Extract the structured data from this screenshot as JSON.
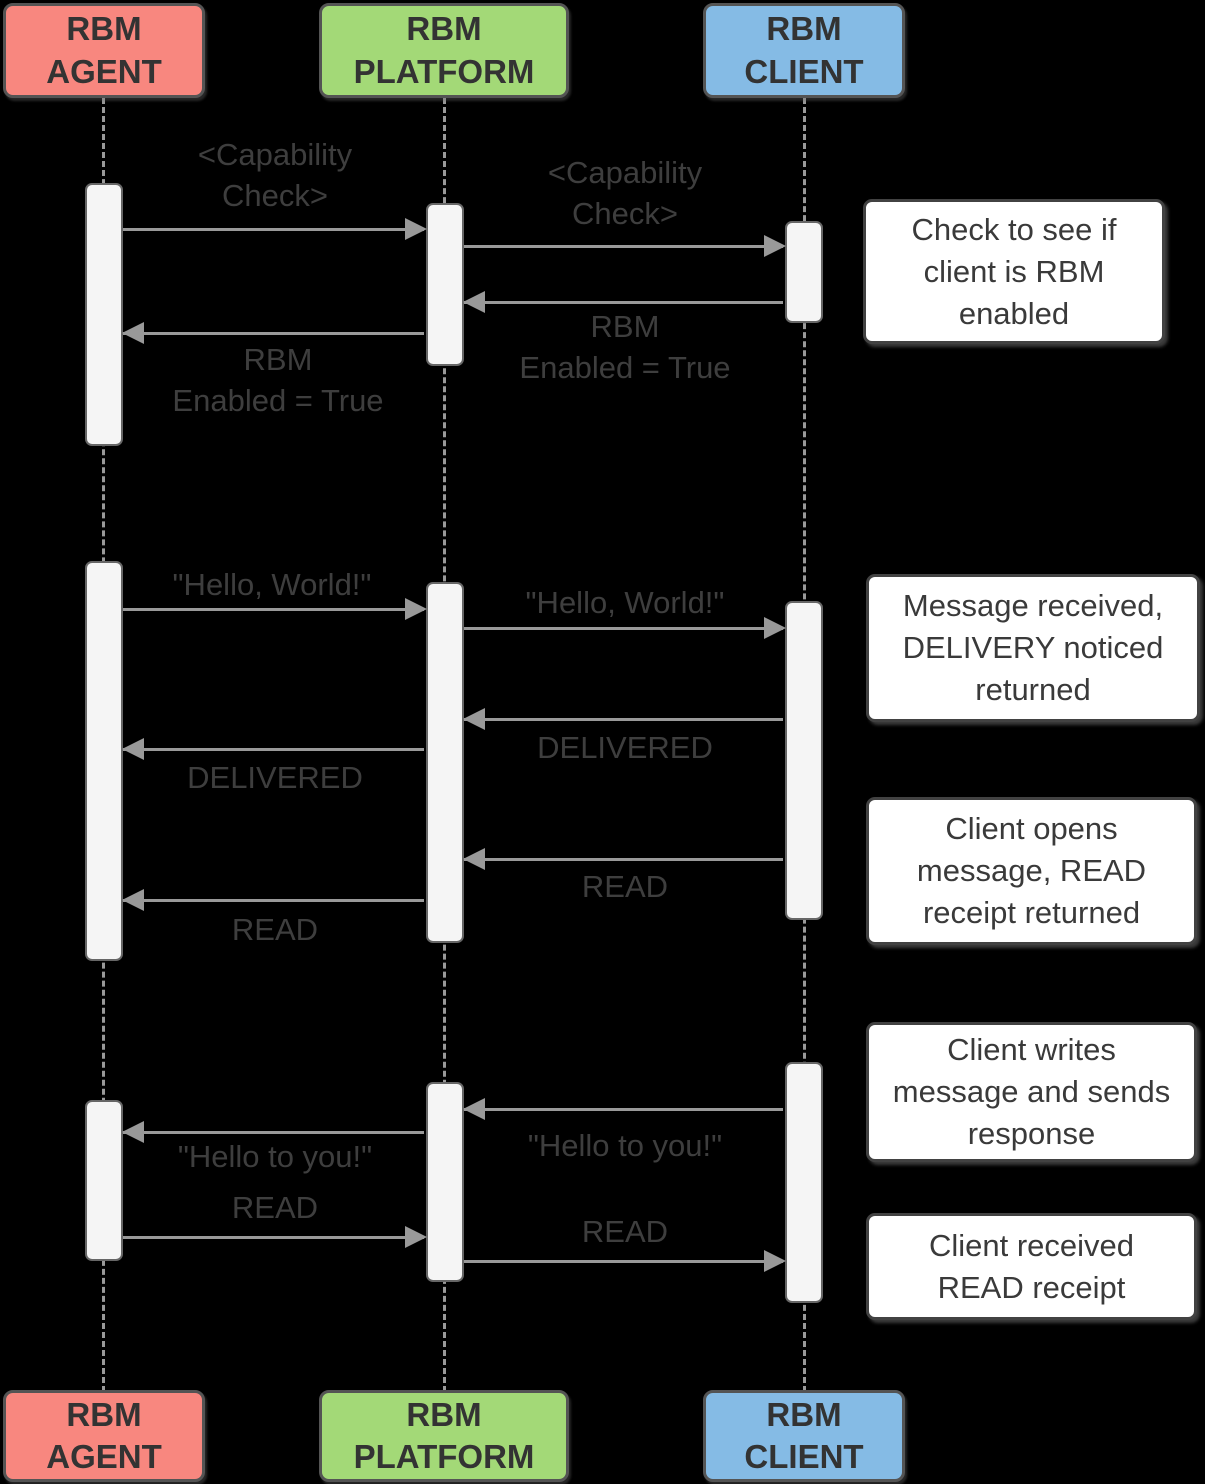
{
  "colors": {
    "background": "#000000",
    "agent_fill": "#F8877F",
    "platform_fill": "#A3D977",
    "client_fill": "#85BBE5",
    "actor_border": "#545454",
    "actor_text": "#333333",
    "lifeline": "#999999",
    "arrow": "#999999",
    "activation_fill": "#F5F5F5",
    "activation_border": "#666666",
    "label_text": "#3E3E3E",
    "note_border": "#424242",
    "note_text": "#3A3A3A"
  },
  "actors": [
    {
      "name": "RBM AGENT",
      "lines": [
        "RBM",
        "AGENT"
      ]
    },
    {
      "name": "RBM PLATFORM",
      "lines": [
        "RBM",
        "PLATFORM"
      ]
    },
    {
      "name": "RBM CLIENT",
      "lines": [
        "RBM",
        "CLIENT"
      ]
    }
  ],
  "messages": [
    {
      "from": "RBM AGENT",
      "to": "RBM PLATFORM",
      "label": "<Capability Check>",
      "lines": [
        "<Capability",
        "Check>"
      ]
    },
    {
      "from": "RBM PLATFORM",
      "to": "RBM CLIENT",
      "label": "<Capability Check>",
      "lines": [
        "<Capability",
        "Check>"
      ]
    },
    {
      "from": "RBM CLIENT",
      "to": "RBM PLATFORM",
      "label": "RBM Enabled = True",
      "lines": [
        "RBM",
        "Enabled = True"
      ]
    },
    {
      "from": "RBM PLATFORM",
      "to": "RBM AGENT",
      "label": "RBM Enabled = True",
      "lines": [
        "RBM",
        "Enabled = True"
      ]
    },
    {
      "from": "RBM AGENT",
      "to": "RBM PLATFORM",
      "label": "\"Hello, World!\""
    },
    {
      "from": "RBM PLATFORM",
      "to": "RBM CLIENT",
      "label": "\"Hello, World!\""
    },
    {
      "from": "RBM CLIENT",
      "to": "RBM PLATFORM",
      "label": "DELIVERED"
    },
    {
      "from": "RBM PLATFORM",
      "to": "RBM AGENT",
      "label": "DELIVERED"
    },
    {
      "from": "RBM CLIENT",
      "to": "RBM PLATFORM",
      "label": "READ"
    },
    {
      "from": "RBM PLATFORM",
      "to": "RBM AGENT",
      "label": "READ"
    },
    {
      "from": "RBM CLIENT",
      "to": "RBM PLATFORM",
      "label": "\"Hello to you!\""
    },
    {
      "from": "RBM PLATFORM",
      "to": "RBM AGENT",
      "label": "\"Hello to you!\""
    },
    {
      "from": "RBM AGENT",
      "to": "RBM PLATFORM",
      "label": "READ"
    },
    {
      "from": "RBM PLATFORM",
      "to": "RBM CLIENT",
      "label": "READ"
    }
  ],
  "notes": [
    {
      "text": "Check to see if client is RBM enabled",
      "lines": [
        "Check to see if",
        "client is RBM",
        "enabled"
      ]
    },
    {
      "text": "Message received, DELIVERY noticed returned",
      "lines": [
        "Message received,",
        "DELIVERY noticed",
        "returned"
      ]
    },
    {
      "text": "Client opens message, READ receipt returned",
      "lines": [
        "Client opens",
        "message, READ",
        "receipt returned"
      ]
    },
    {
      "text": "Client writes message and sends response",
      "lines": [
        "Client writes",
        "message and sends",
        "response"
      ]
    },
    {
      "text": "Client received READ receipt",
      "lines": [
        "Client received",
        "READ receipt"
      ]
    }
  ]
}
